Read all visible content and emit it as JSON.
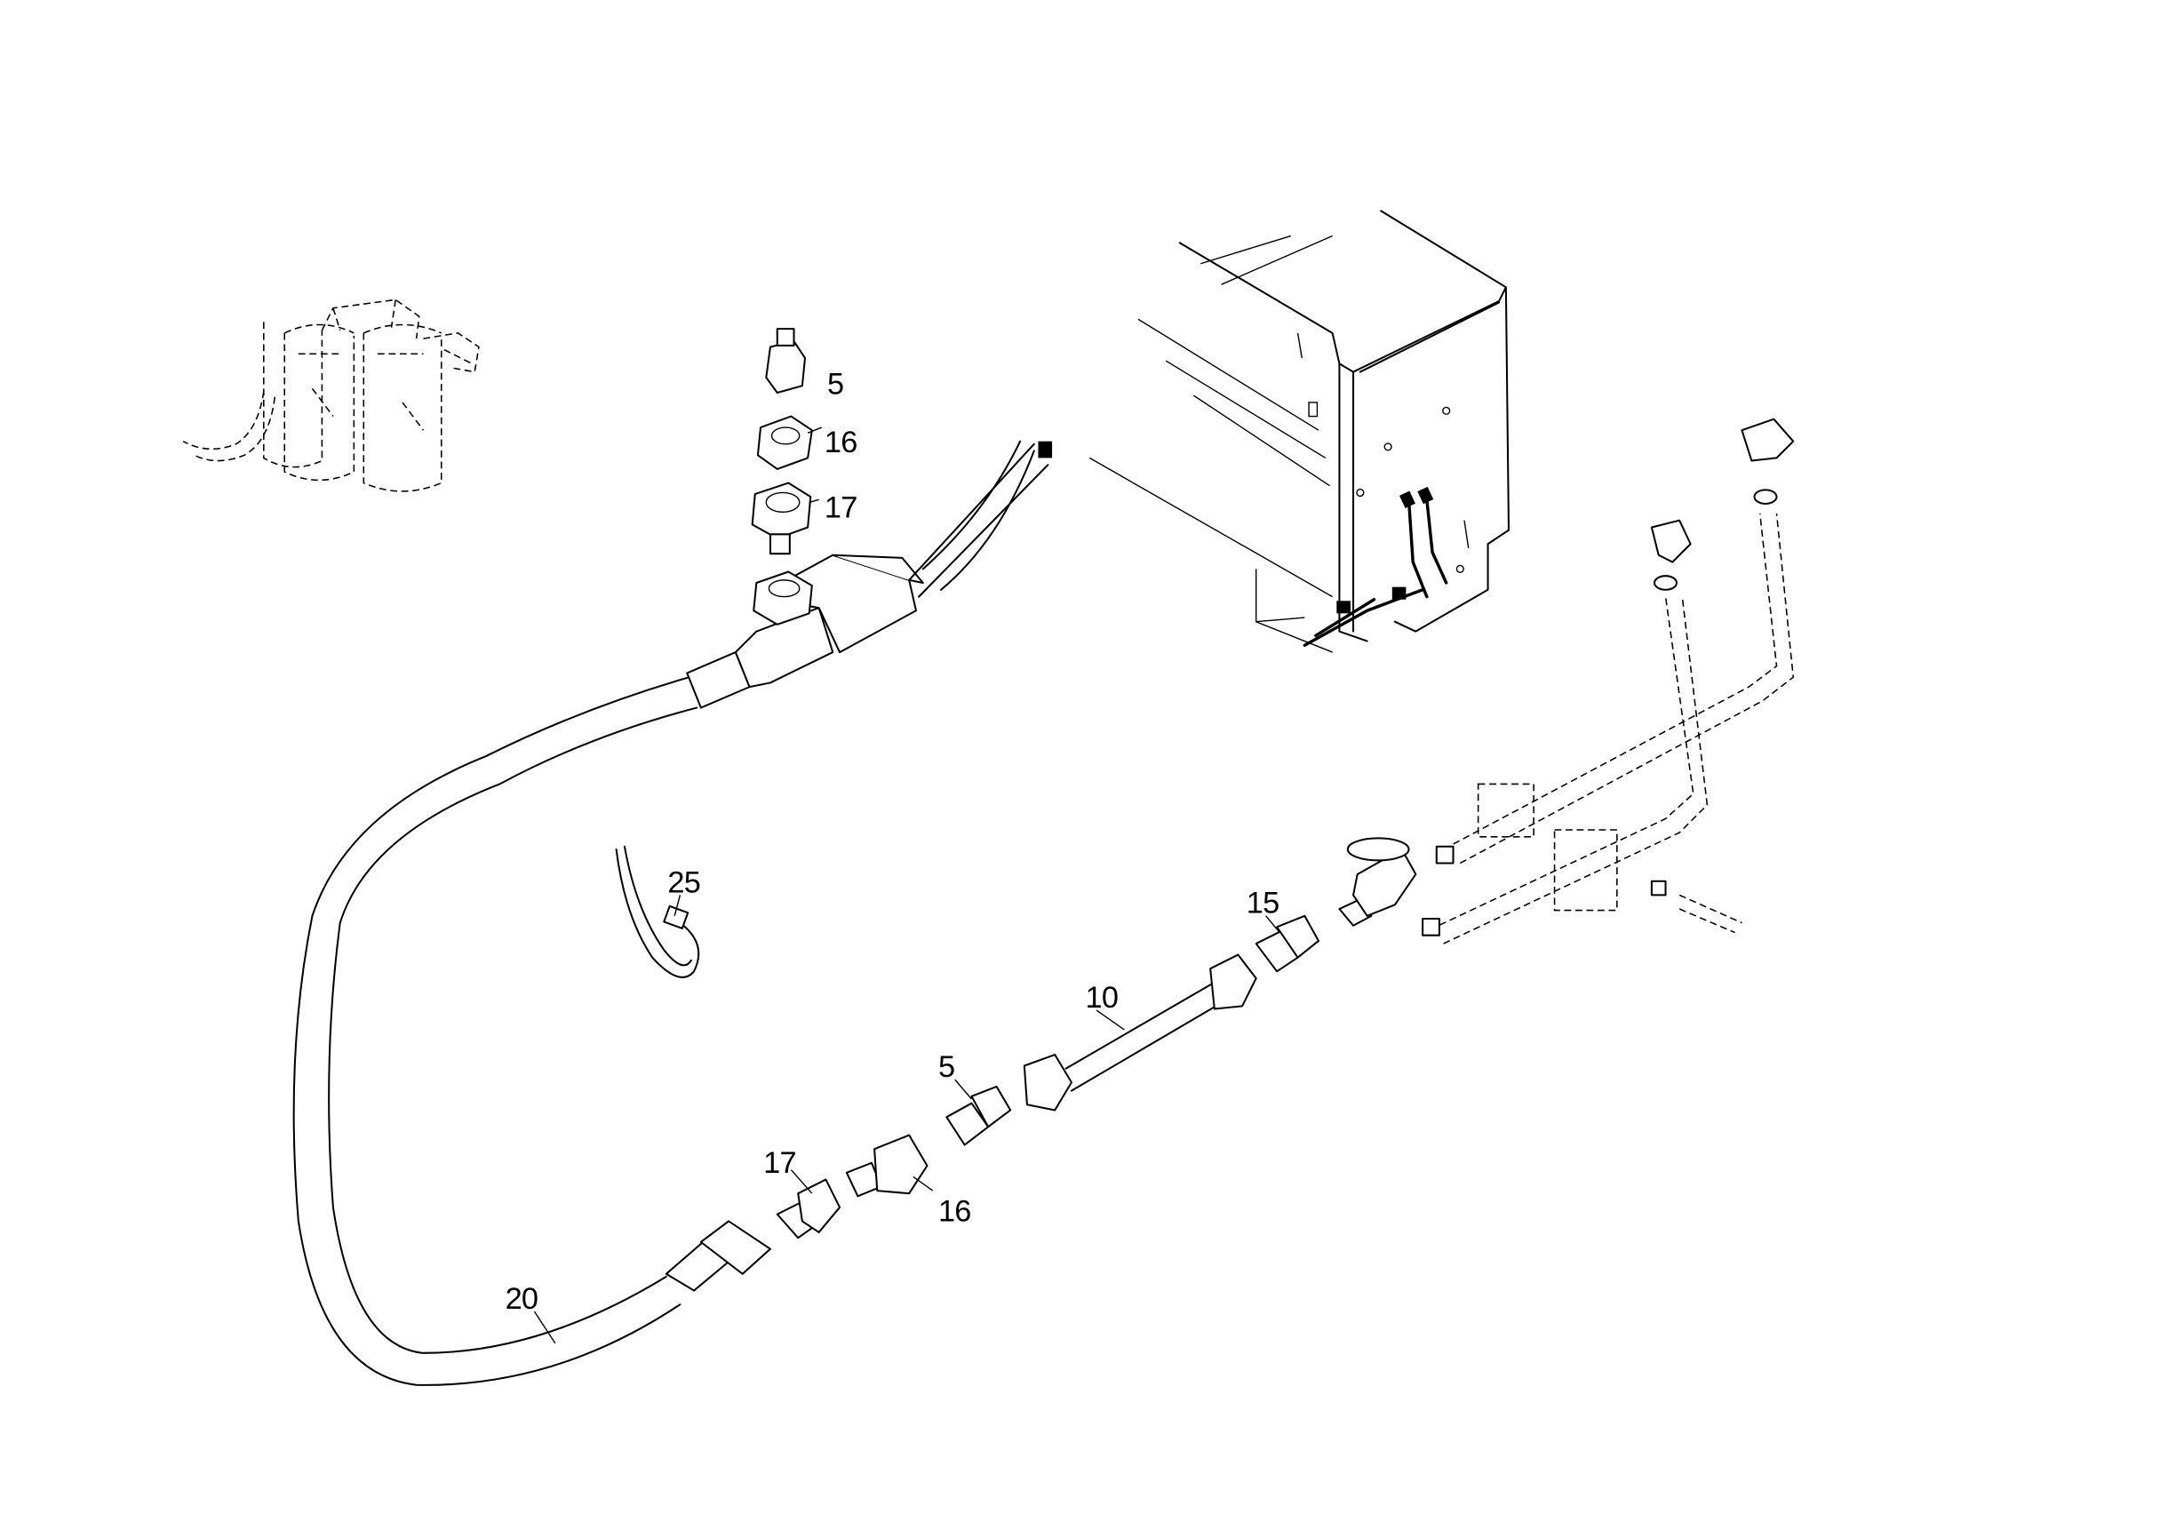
{
  "callouts": {
    "c5_top": "5",
    "c16_top": "16",
    "c17_top": "17",
    "c25": "25",
    "c15": "15",
    "c10": "10",
    "c5_mid": "5",
    "c17_bottom": "17",
    "c16_bottom": "16",
    "c20": "20"
  },
  "colors": {
    "ink": "#000000",
    "paper": "#ffffff"
  }
}
